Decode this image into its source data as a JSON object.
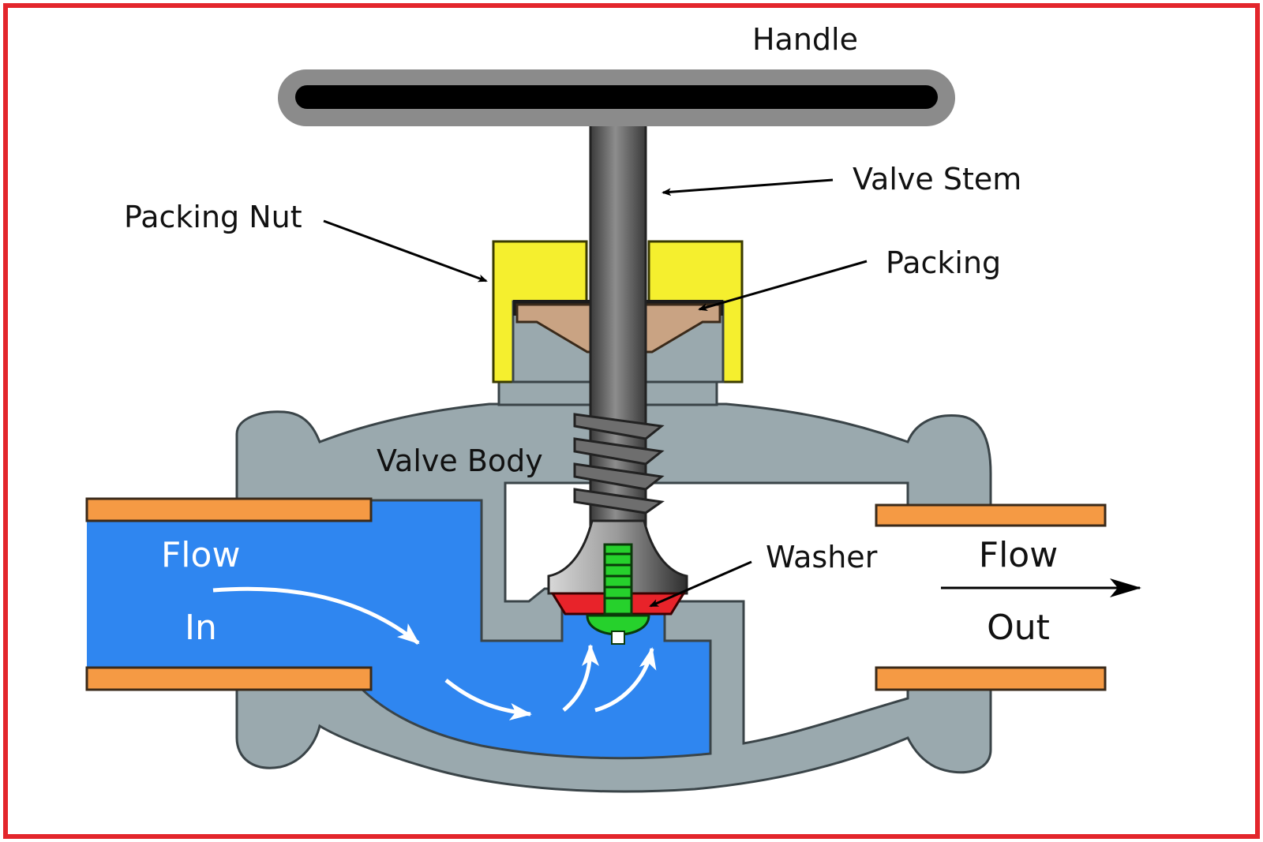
{
  "labels": {
    "handle": "Handle",
    "valve_stem": "Valve Stem",
    "packing_nut": "Packing Nut",
    "packing": "Packing",
    "valve_body": "Valve Body",
    "washer": "Washer",
    "flow_in_1": "Flow",
    "flow_in_2": "In",
    "flow_out_1": "Flow",
    "flow_out_2": "Out"
  },
  "colors": {
    "frame": "#e3262c",
    "body": "#9aa9ae",
    "water": "#2f86f0",
    "pipe": "#f59a44",
    "packing_nut": "#f5ef2e",
    "packing": "#c9a383",
    "washer": "#e8232a",
    "screw": "#26d12c",
    "handle_outer": "#8b8b8b",
    "handle_inner": "#000000"
  }
}
